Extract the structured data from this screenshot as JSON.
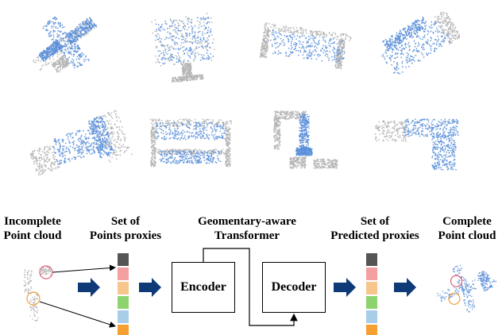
{
  "gallery": {
    "point_color": "#5b8fd9",
    "missing_color": "#b3b3b3",
    "items": [
      {
        "icon": "airplane-point-cloud-icon"
      },
      {
        "icon": "monitor-point-cloud-icon"
      },
      {
        "icon": "bench-point-cloud-icon"
      },
      {
        "icon": "watercraft-point-cloud-icon"
      },
      {
        "icon": "sofa-point-cloud-icon"
      },
      {
        "icon": "table-point-cloud-icon"
      },
      {
        "icon": "faucet-point-cloud-icon"
      },
      {
        "icon": "gun-point-cloud-icon"
      }
    ]
  },
  "pipeline": {
    "incomplete_label": [
      "Incomplete",
      "Point cloud"
    ],
    "points_proxies_label": [
      "Set of",
      "Points proxies"
    ],
    "transformer_label": [
      "Geomentary-aware",
      "Transformer"
    ],
    "predicted_proxies_label": [
      "Set of",
      "Predicted proxies"
    ],
    "complete_label": [
      "Complete",
      "Point cloud"
    ],
    "encoder_label": "Encoder",
    "decoder_label": "Decoder",
    "proxy_colors": [
      "#555555",
      "#f4a0a0",
      "#f7c68c",
      "#8ed46e",
      "#a8cde8",
      "#f6a033"
    ],
    "arrow_color": "#0f3a78"
  }
}
